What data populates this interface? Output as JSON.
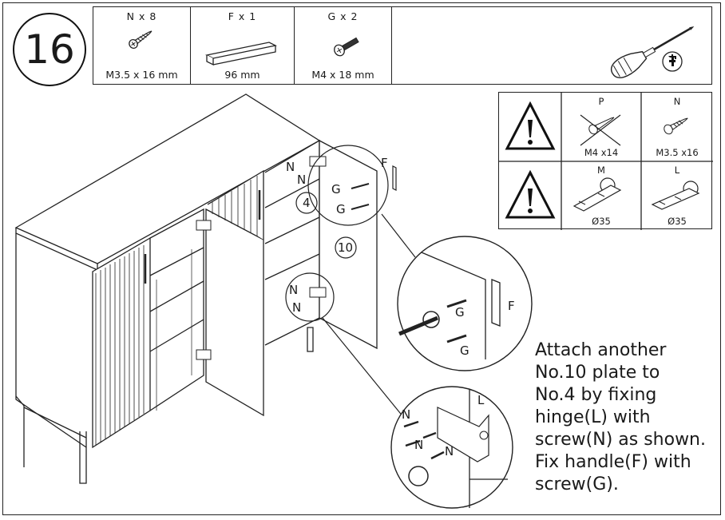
{
  "step_number": "16",
  "parts": [
    {
      "label": "N x 8",
      "dimension": "M3.5 x 16 mm",
      "icon": "screw-icon"
    },
    {
      "label": "F x 1",
      "dimension": "96 mm",
      "icon": "handle-icon"
    },
    {
      "label": "G x 2",
      "dimension": "M4 x 18 mm",
      "icon": "bolt-icon"
    }
  ],
  "tool": {
    "icon": "phillips-screwdriver-icon"
  },
  "warnings": {
    "row1": {
      "crossed_label": "P",
      "crossed_size": "M4 x14",
      "ok_label": "N",
      "ok_size": "M3.5 x16"
    },
    "row2": {
      "hinge1_label": "M",
      "hinge1_size": "Ø35",
      "hinge2_label": "L",
      "hinge2_size": "Ø35"
    }
  },
  "callouts": {
    "top_hinge_n1": "N",
    "top_hinge_n2": "N",
    "plate_4": "4",
    "plate_10": "10",
    "handle_f": "F",
    "screw_g1": "G",
    "screw_g2": "G",
    "mid_hinge_n1": "N",
    "mid_hinge_n2": "N",
    "detail_f": "F",
    "detail_g1": "G",
    "detail_g2": "G",
    "detail_l": "L",
    "detail_n1": "N",
    "detail_n2": "N",
    "detail_n3": "N"
  },
  "instruction": "Attach another\nNo.10 plate to\nNo.4 by fixing\nhinge(L) with\nscrew(N) as shown.\nFix handle(F) with\nscrew(G)."
}
